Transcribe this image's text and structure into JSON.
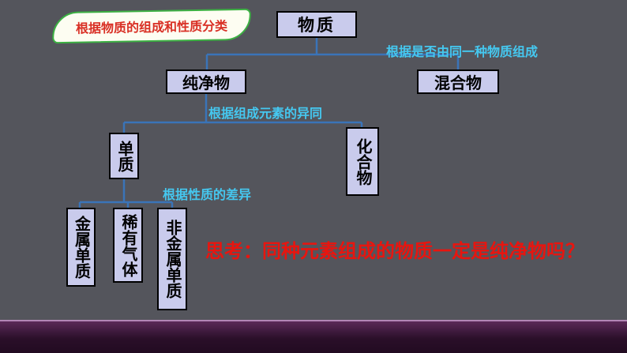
{
  "banner": {
    "label": "根据物质的组成和性质分类"
  },
  "nodes": {
    "matter": "物质",
    "pure_substance": "纯净物",
    "mixture": "混合物",
    "element": "单质",
    "compound": "化合物",
    "metal_element": "金属单质",
    "noble_gas": "稀有气体",
    "nonmetal_element": "非金属单质"
  },
  "edge_labels": {
    "by_same_substance": "根据是否由同一种物质组成",
    "by_element_composition": "根据组成元素的异同",
    "by_property_difference": "根据性质的差异"
  },
  "question": "思考：同种元素组成的物质一定是纯净物吗？",
  "colors": {
    "slide_background": "#54555c",
    "node_fill": "#c9cbec",
    "node_border": "#000000",
    "connector_line": "#3a74b8",
    "edge_label_text": "#45c8f0",
    "banner_fill": "#fdfdf2",
    "banner_border": "#3cb043",
    "banner_text": "#d93025",
    "question_text": "#e8150f",
    "bottom_bar": "#2a0f29",
    "bottom_bar_edge": "#b286b6"
  }
}
